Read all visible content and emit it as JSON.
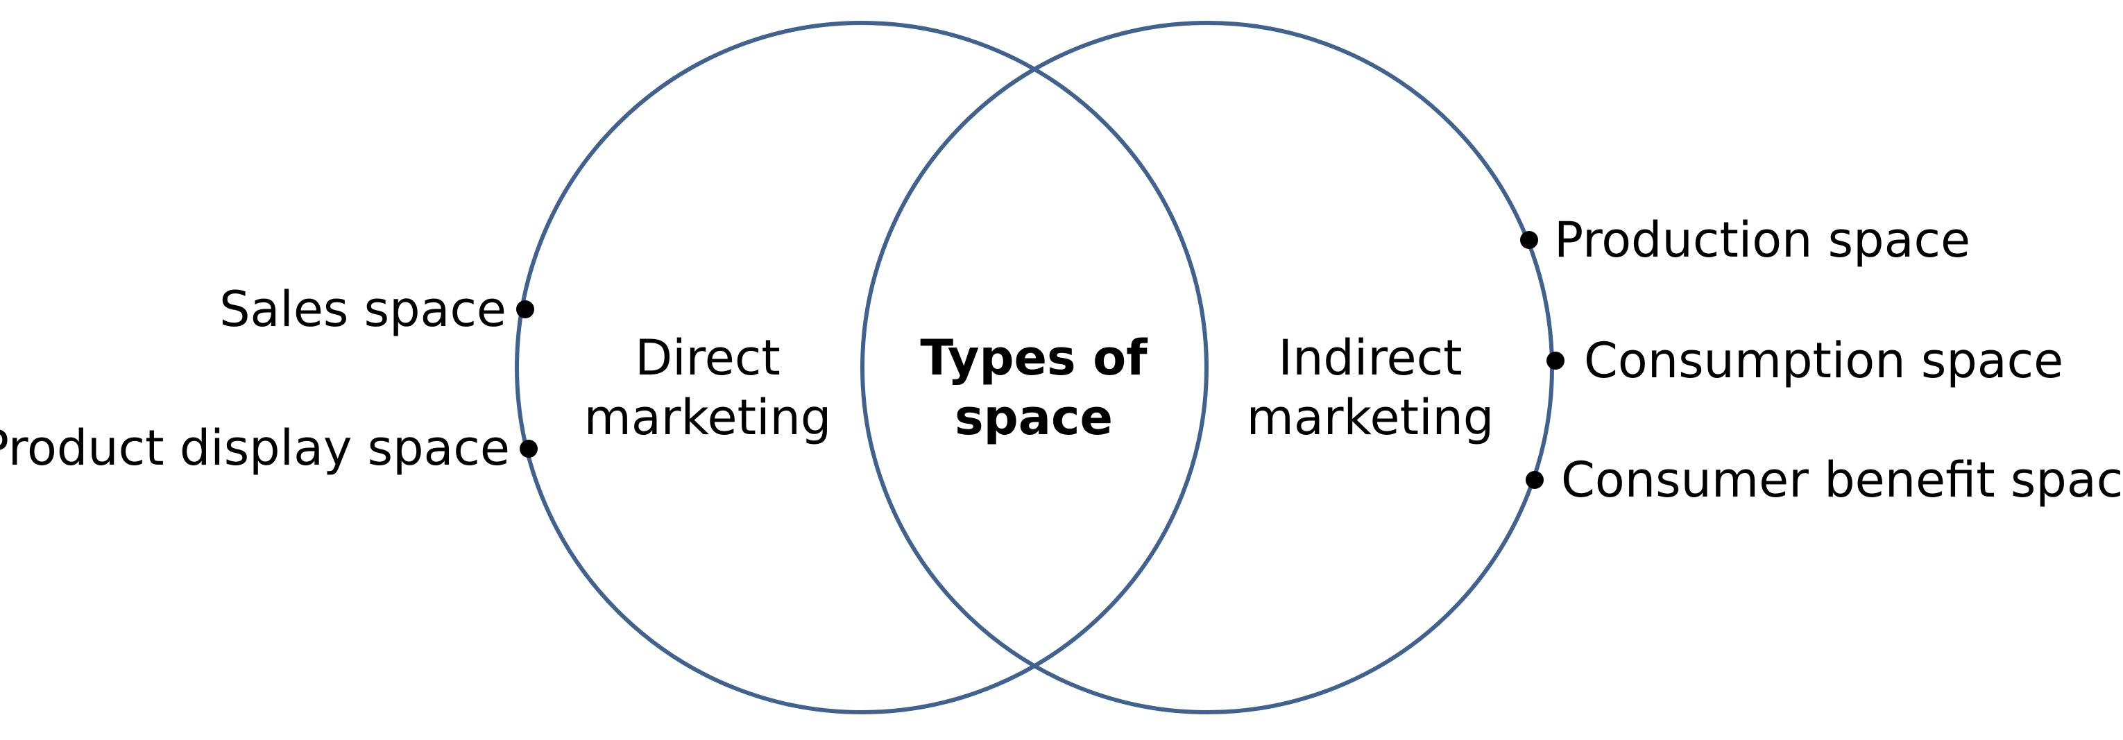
{
  "diagram": {
    "left_circle": {
      "label_line1": "Direct",
      "label_line2": "marketing",
      "points": [
        "Sales space",
        "Product display space"
      ]
    },
    "right_circle": {
      "label_line1": "Indirect",
      "label_line2": "marketing",
      "points": [
        "Production space",
        "Consumption space",
        "Consumer benefit space"
      ]
    },
    "intersection": {
      "label_line1": "Types of",
      "label_line2": "space"
    },
    "colors": {
      "circle_stroke": "#41628F",
      "dot": "#000000",
      "text": "#000000"
    }
  }
}
